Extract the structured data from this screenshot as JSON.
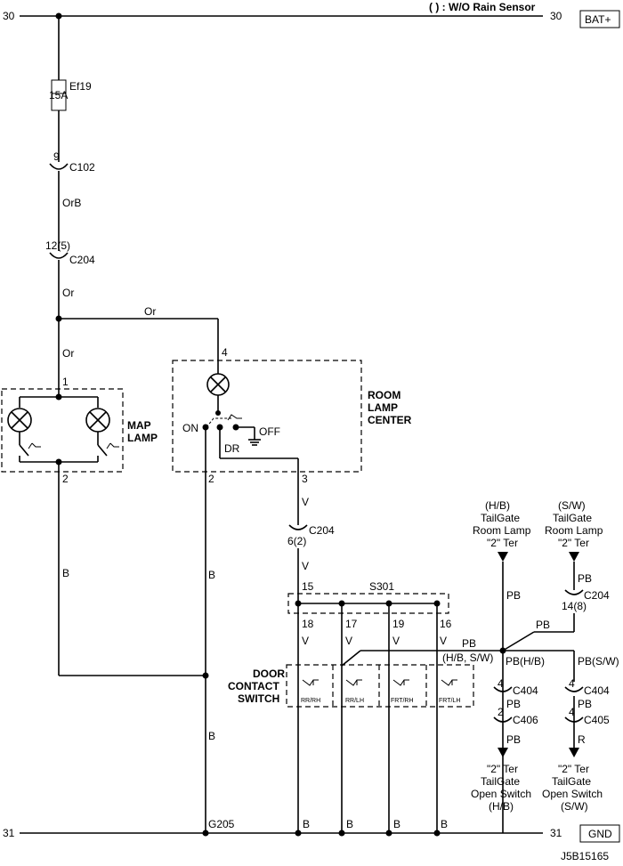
{
  "header": {
    "note": "( ) : W/O Rain Sensor",
    "top_left_num": "30",
    "top_right_num": "30",
    "top_terminal": "BAT+"
  },
  "fuse": {
    "name": "Ef19",
    "rating": "15A"
  },
  "connectors": {
    "c102_pin": "9",
    "c102": "C102",
    "c204_top_pin": "12(5)",
    "c204_top": "C204",
    "c204_mid_pin": "6(2)",
    "c204_mid": "C204",
    "c204_right_pin": "14(8)",
    "c204_right": "C204",
    "c404_a_pin": "4",
    "c404_a": "C404",
    "c404_b_pin": "4",
    "c404_b": "C404",
    "c406_pin": "2",
    "c406": "C406",
    "c405_pin": "4",
    "c405": "C405"
  },
  "wires": {
    "orb": "OrB",
    "or1": "Or",
    "or2": "Or",
    "or_branch": "Or",
    "b_map": "B",
    "b_room": "B",
    "b_room2": "B",
    "v1": "V",
    "v2": "V",
    "v18": "V",
    "v17": "V",
    "v19": "V",
    "v16": "V",
    "pb_bus": "PB",
    "pb_bus_note": "(H/B, S/W)",
    "pb_left": "PB",
    "pb_right": "PB",
    "pb_right_top": "PB",
    "pb_join": "PB",
    "pb_hb": "PB(H/B)",
    "pb_sw": "PB(S/W)",
    "pb_c404a": "PB",
    "pb_c406": "PB",
    "pb_c404b": "PB",
    "r_c405": "R",
    "b_g1": "B",
    "b_g2": "B",
    "b_g3": "B",
    "b_g4": "B"
  },
  "map_lamp": {
    "label_line1": "MAP",
    "label_line2": "LAMP",
    "pin_top": "1",
    "pin_bottom": "2"
  },
  "room_lamp": {
    "label_line1": "ROOM",
    "label_line2": "LAMP",
    "label_line3": "CENTER",
    "pin_top": "4",
    "pin_bottom": "3",
    "on_label": "ON",
    "off_label": "OFF",
    "dr_label": "DR",
    "pin_left": "2"
  },
  "splice": {
    "name": "S301",
    "pin15": "15",
    "pin18": "18",
    "pin17": "17",
    "pin19": "19",
    "pin16": "16"
  },
  "door_switch": {
    "label_line1": "DOOR",
    "label_line2": "CONTACT",
    "label_line3": "SWITCH",
    "sw1": "RR/RH",
    "sw2": "RR/LH",
    "sw3": "FRT/RH",
    "sw4": "FRT/LH"
  },
  "tailgate_lamp_hb": {
    "variant": "(H/B)",
    "line1": "TailGate",
    "line2": "Room Lamp",
    "line3": "\"2\" Ter"
  },
  "tailgate_lamp_sw": {
    "variant": "(S/W)",
    "line1": "TailGate",
    "line2": "Room Lamp",
    "line3": "\"2\" Ter"
  },
  "tailgate_switch_hb": {
    "line1": "\"2\" Ter",
    "line2": "TailGate",
    "line3": "Open Switch",
    "variant": "(H/B)"
  },
  "tailgate_switch_sw": {
    "line1": "\"2\" Ter",
    "line2": "TailGate",
    "line3": "Open Switch",
    "variant": "(S/W)"
  },
  "ground": {
    "bottom_left_num": "31",
    "bottom_right_num": "31",
    "terminal": "GND",
    "ground_point": "G205"
  },
  "footer": {
    "code": "J5B15165"
  },
  "icons": [
    "lamp-icon",
    "switch-icon",
    "ground-icon",
    "arrow-down-icon",
    "arrow-up-icon"
  ]
}
